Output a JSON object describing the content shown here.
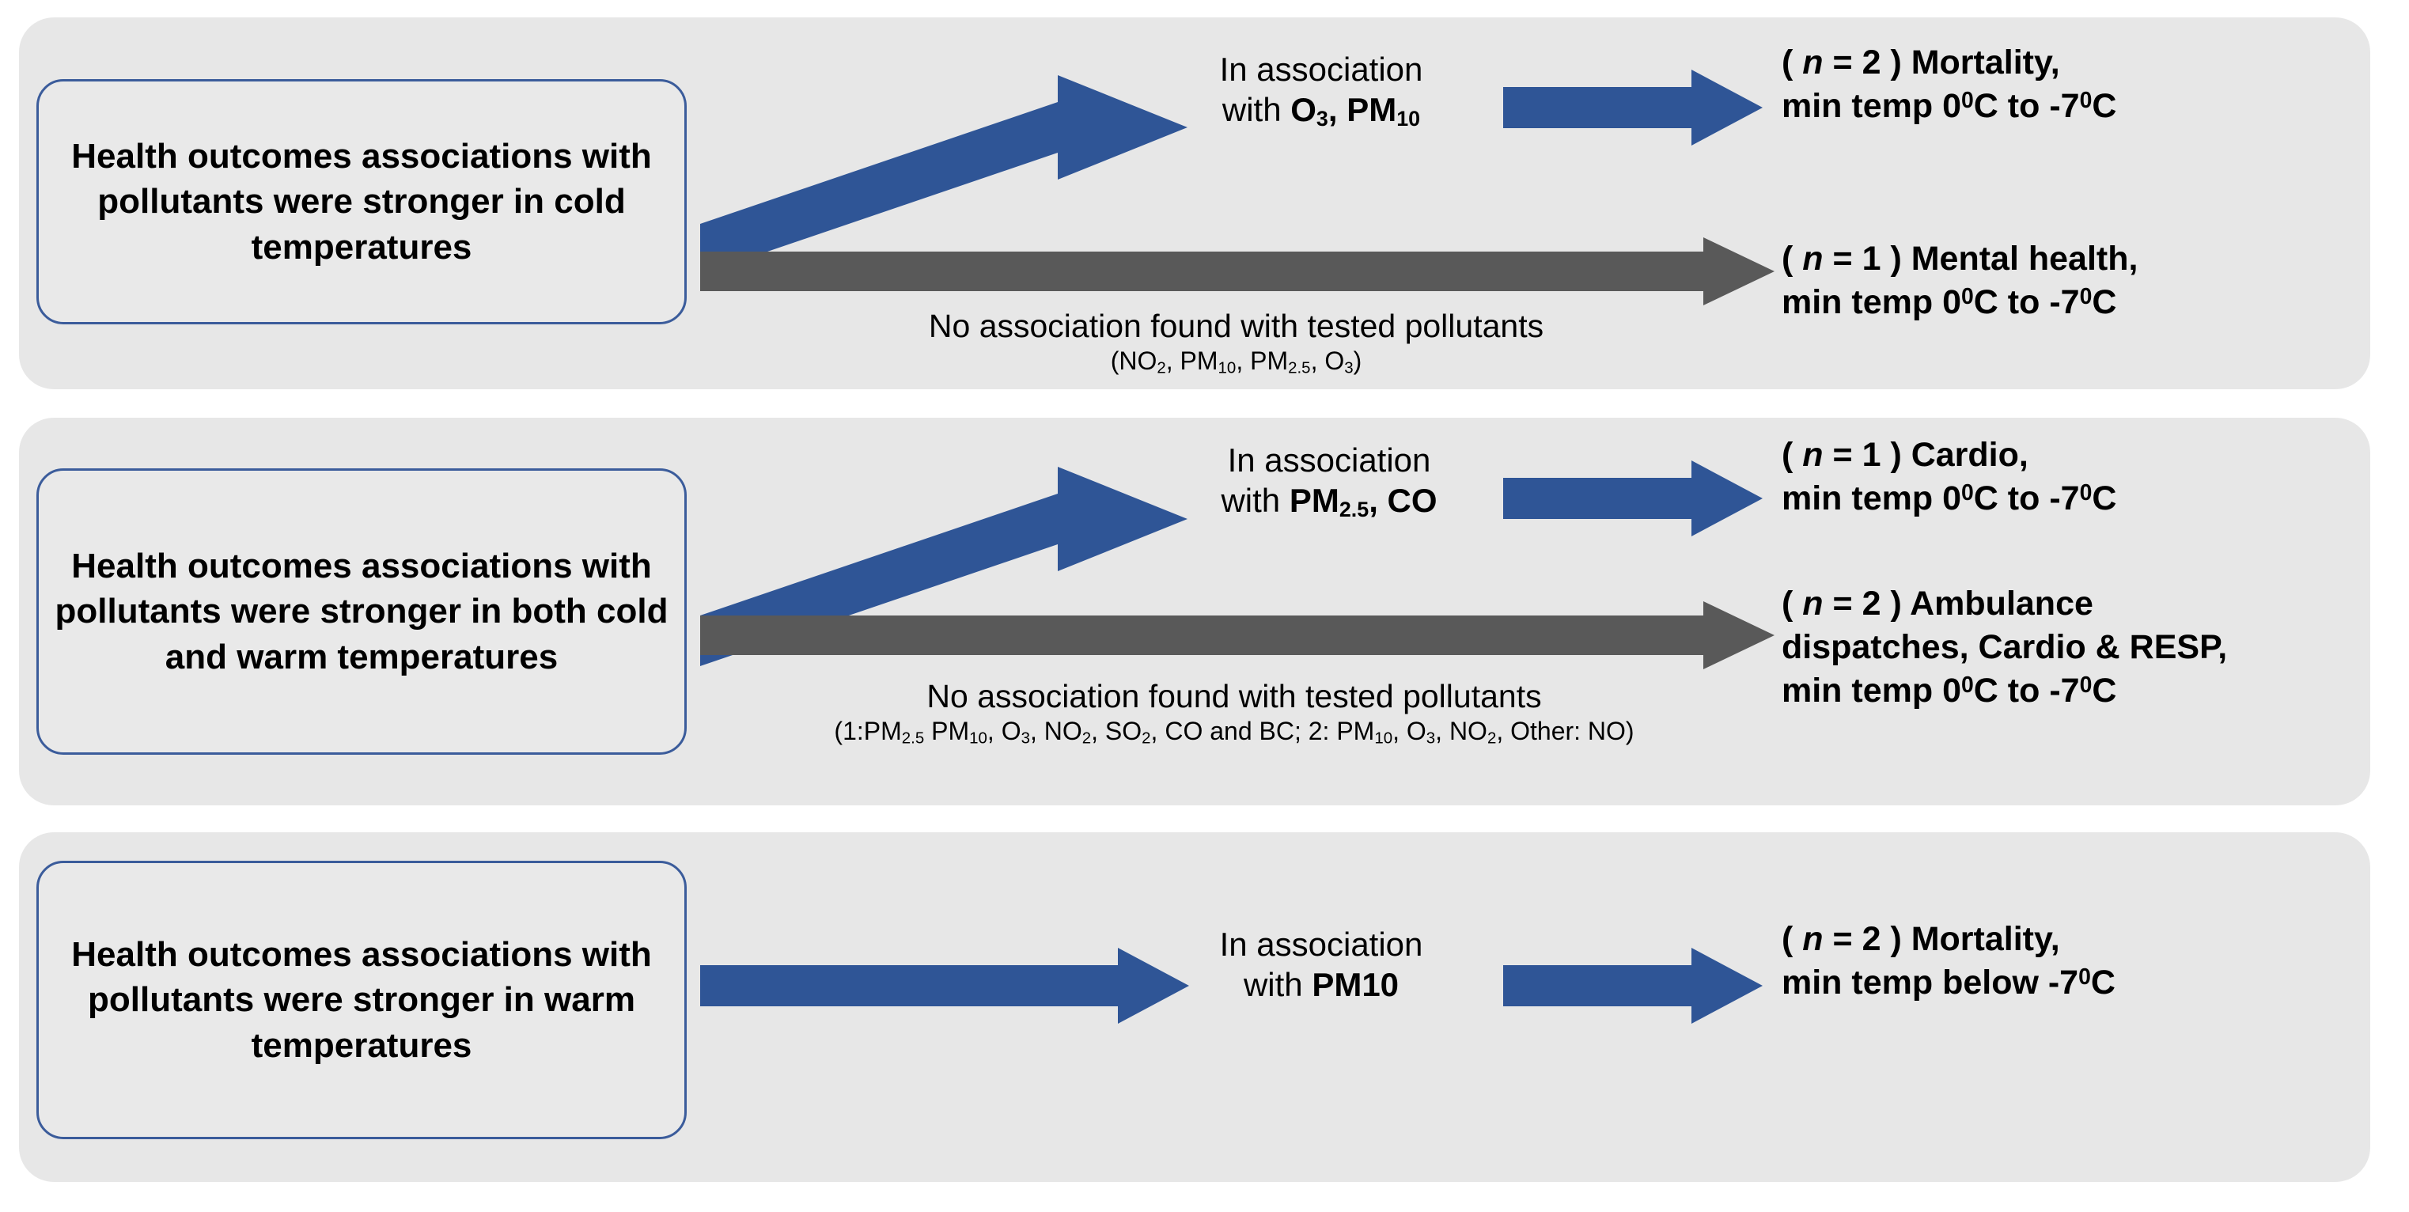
{
  "colors": {
    "panel_bg": "#e7e7e7",
    "box_border": "#3B5C9B",
    "arrow_blue": "#2F5596",
    "arrow_gray": "#595959",
    "text": "#000000"
  },
  "panels": [
    {
      "id": "cold",
      "outcome_box": "Health outcomes associations with pollutants were stronger in cold temperatures",
      "association_label": {
        "line1": "In association",
        "line2_prefix": "with ",
        "pollutants": "O3, PM10"
      },
      "result_top": {
        "n_prefix": "( ",
        "n_symbol": "n",
        "n_eq": " = ",
        "n_value": "2",
        "n_suffix": " ) ",
        "outcome": "Mortality,",
        "temp": "min temp 0⁰C to -7⁰C"
      },
      "result_bottom": {
        "n_prefix": "( ",
        "n_symbol": "n",
        "n_eq": " = ",
        "n_value": "1",
        "n_suffix": " ) ",
        "outcome": "Mental health,",
        "temp": "min temp 0⁰C to -7⁰C"
      },
      "no_association": {
        "line1": "No association found with tested pollutants",
        "line2": "(NO2, PM10, PM2.5, O3)"
      }
    },
    {
      "id": "both",
      "outcome_box": "Health outcomes associations with pollutants were stronger in both cold and warm temperatures",
      "association_label": {
        "line1": "In association",
        "line2_prefix": "with ",
        "pollutants": "PM2.5, CO"
      },
      "result_top": {
        "n_prefix": "( ",
        "n_symbol": "n",
        "n_eq": " = ",
        "n_value": "1",
        "n_suffix": " ) ",
        "outcome": "Cardio,",
        "temp": "min temp 0⁰C to -7⁰C"
      },
      "result_bottom": {
        "n_prefix": "( ",
        "n_symbol": "n",
        "n_eq": " = ",
        "n_value": "2",
        "n_suffix": " ) ",
        "outcome": "Ambulance",
        "outcome2": "dispatches, Cardio & RESP,",
        "temp": "min temp 0⁰C to -7⁰C"
      },
      "no_association": {
        "line1": "No association found with tested pollutants",
        "line2": "(1:PM2.5 PM10, O3, NO2, SO2, CO and BC; 2: PM10, O3, NO2, Other: NO)"
      }
    },
    {
      "id": "warm",
      "outcome_box": "Health outcomes associations with pollutants were stronger in warm temperatures",
      "association_label": {
        "line1": "In association",
        "line2_prefix": "with ",
        "pollutants": "PM10"
      },
      "result_top": {
        "n_prefix": "( ",
        "n_symbol": "n",
        "n_eq": " = ",
        "n_value": "2",
        "n_suffix": " ) ",
        "outcome": "Mortality,",
        "temp": "min temp below -7⁰C"
      }
    }
  ]
}
